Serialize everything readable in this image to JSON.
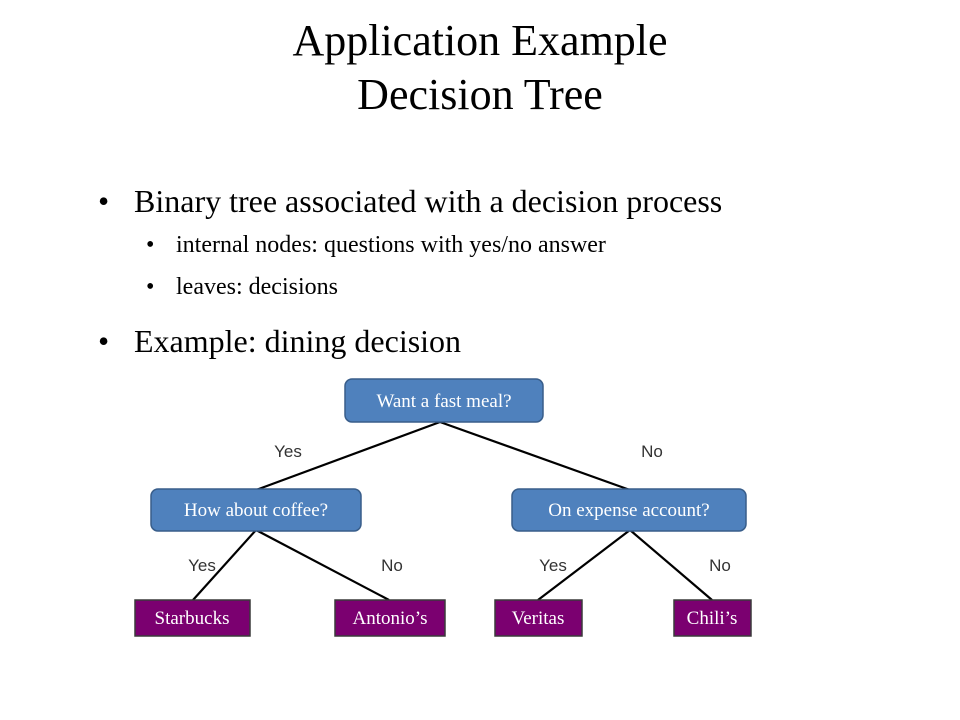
{
  "title": {
    "line1": "Application Example",
    "line2": "Decision Tree"
  },
  "bullets": [
    {
      "text": "Binary tree associated with a decision process"
    },
    {
      "text": "internal nodes: questions with yes/no answer"
    },
    {
      "text": "leaves: decisions"
    },
    {
      "text": "Example: dining decision"
    }
  ],
  "tree": {
    "colors": {
      "question_fill": "#4f81bd",
      "question_stroke": "#385d8a",
      "leaf_fill": "#7b0070",
      "leaf_stroke": "#3a3a3a",
      "edge": "#000000"
    },
    "root": "Want a fast meal?",
    "left_question": "How about coffee?",
    "right_question": "On expense account?",
    "leaves": {
      "starbucks": "Starbucks",
      "antonios": "Antonio’s",
      "veritas": "Veritas",
      "chilis": "Chili’s"
    },
    "edge_labels": {
      "root_yes": "Yes",
      "root_no": "No",
      "left_yes": "Yes",
      "left_no": "No",
      "right_yes": "Yes",
      "right_no": "No"
    }
  }
}
